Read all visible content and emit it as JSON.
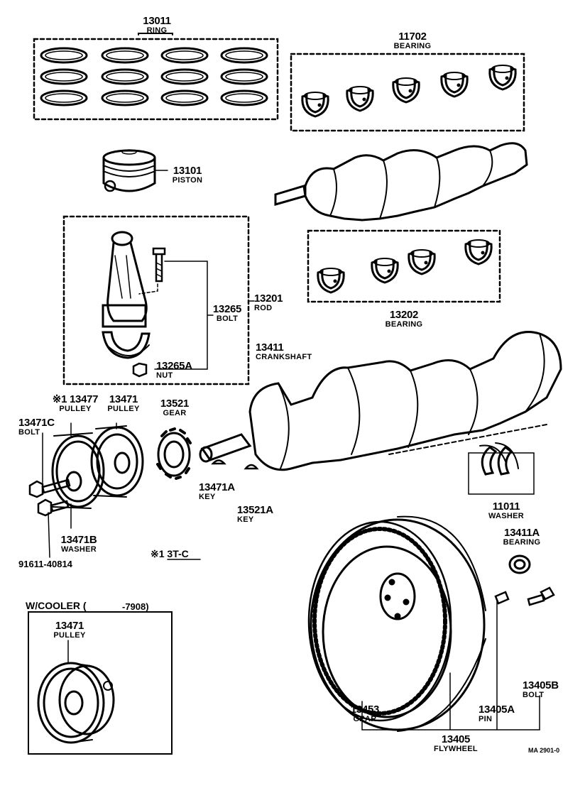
{
  "parts": {
    "ring": {
      "number": "13011",
      "name": "RING"
    },
    "bearing_upper": {
      "number": "11702",
      "name": "BEARING"
    },
    "piston": {
      "number": "13101",
      "name": "PISTON"
    },
    "rod_bolt": {
      "number": "13265",
      "name": "BOLT"
    },
    "rod": {
      "number": "13201",
      "name": "ROD"
    },
    "rod_nut": {
      "number": "13265A",
      "name": "NUT"
    },
    "bearing_lower": {
      "number": "13202",
      "name": "BEARING"
    },
    "crankshaft": {
      "number": "13411",
      "name": "CRANKSHAFT"
    },
    "pulley_1": {
      "number": "13477",
      "name": "PULLEY",
      "prefix": "※1"
    },
    "pulley_2": {
      "number": "13471",
      "name": "PULLEY"
    },
    "gear_crank": {
      "number": "13521",
      "name": "GEAR"
    },
    "pulley_bolt": {
      "number": "13471C",
      "name": "BOLT"
    },
    "key_1": {
      "number": "13471A",
      "name": "KEY"
    },
    "key_2": {
      "number": "13521A",
      "name": "KEY"
    },
    "thrust_washer": {
      "number": "11011",
      "name": "WASHER"
    },
    "pulley_washer": {
      "number": "13471B",
      "name": "WASHER"
    },
    "pilot_bearing": {
      "number": "13411A",
      "name": "BEARING"
    },
    "flywheel_bolt": {
      "number": "13405B",
      "name": "BOLT"
    },
    "ring_gear": {
      "number": "13453",
      "name": "GEAR"
    },
    "flywheel_pin": {
      "number": "13405A",
      "name": "PIN"
    },
    "flywheel": {
      "number": "13405",
      "name": "FLYWHEEL"
    },
    "cooler_pulley": {
      "number": "13471",
      "name": "PULLEY"
    }
  },
  "notes": {
    "part_code": "91611-40814",
    "footnote": "※1 3T-C",
    "cooler_title": "W/COOLER (",
    "cooler_date": "-7908)",
    "figure_ref": "MA 2901-0"
  }
}
